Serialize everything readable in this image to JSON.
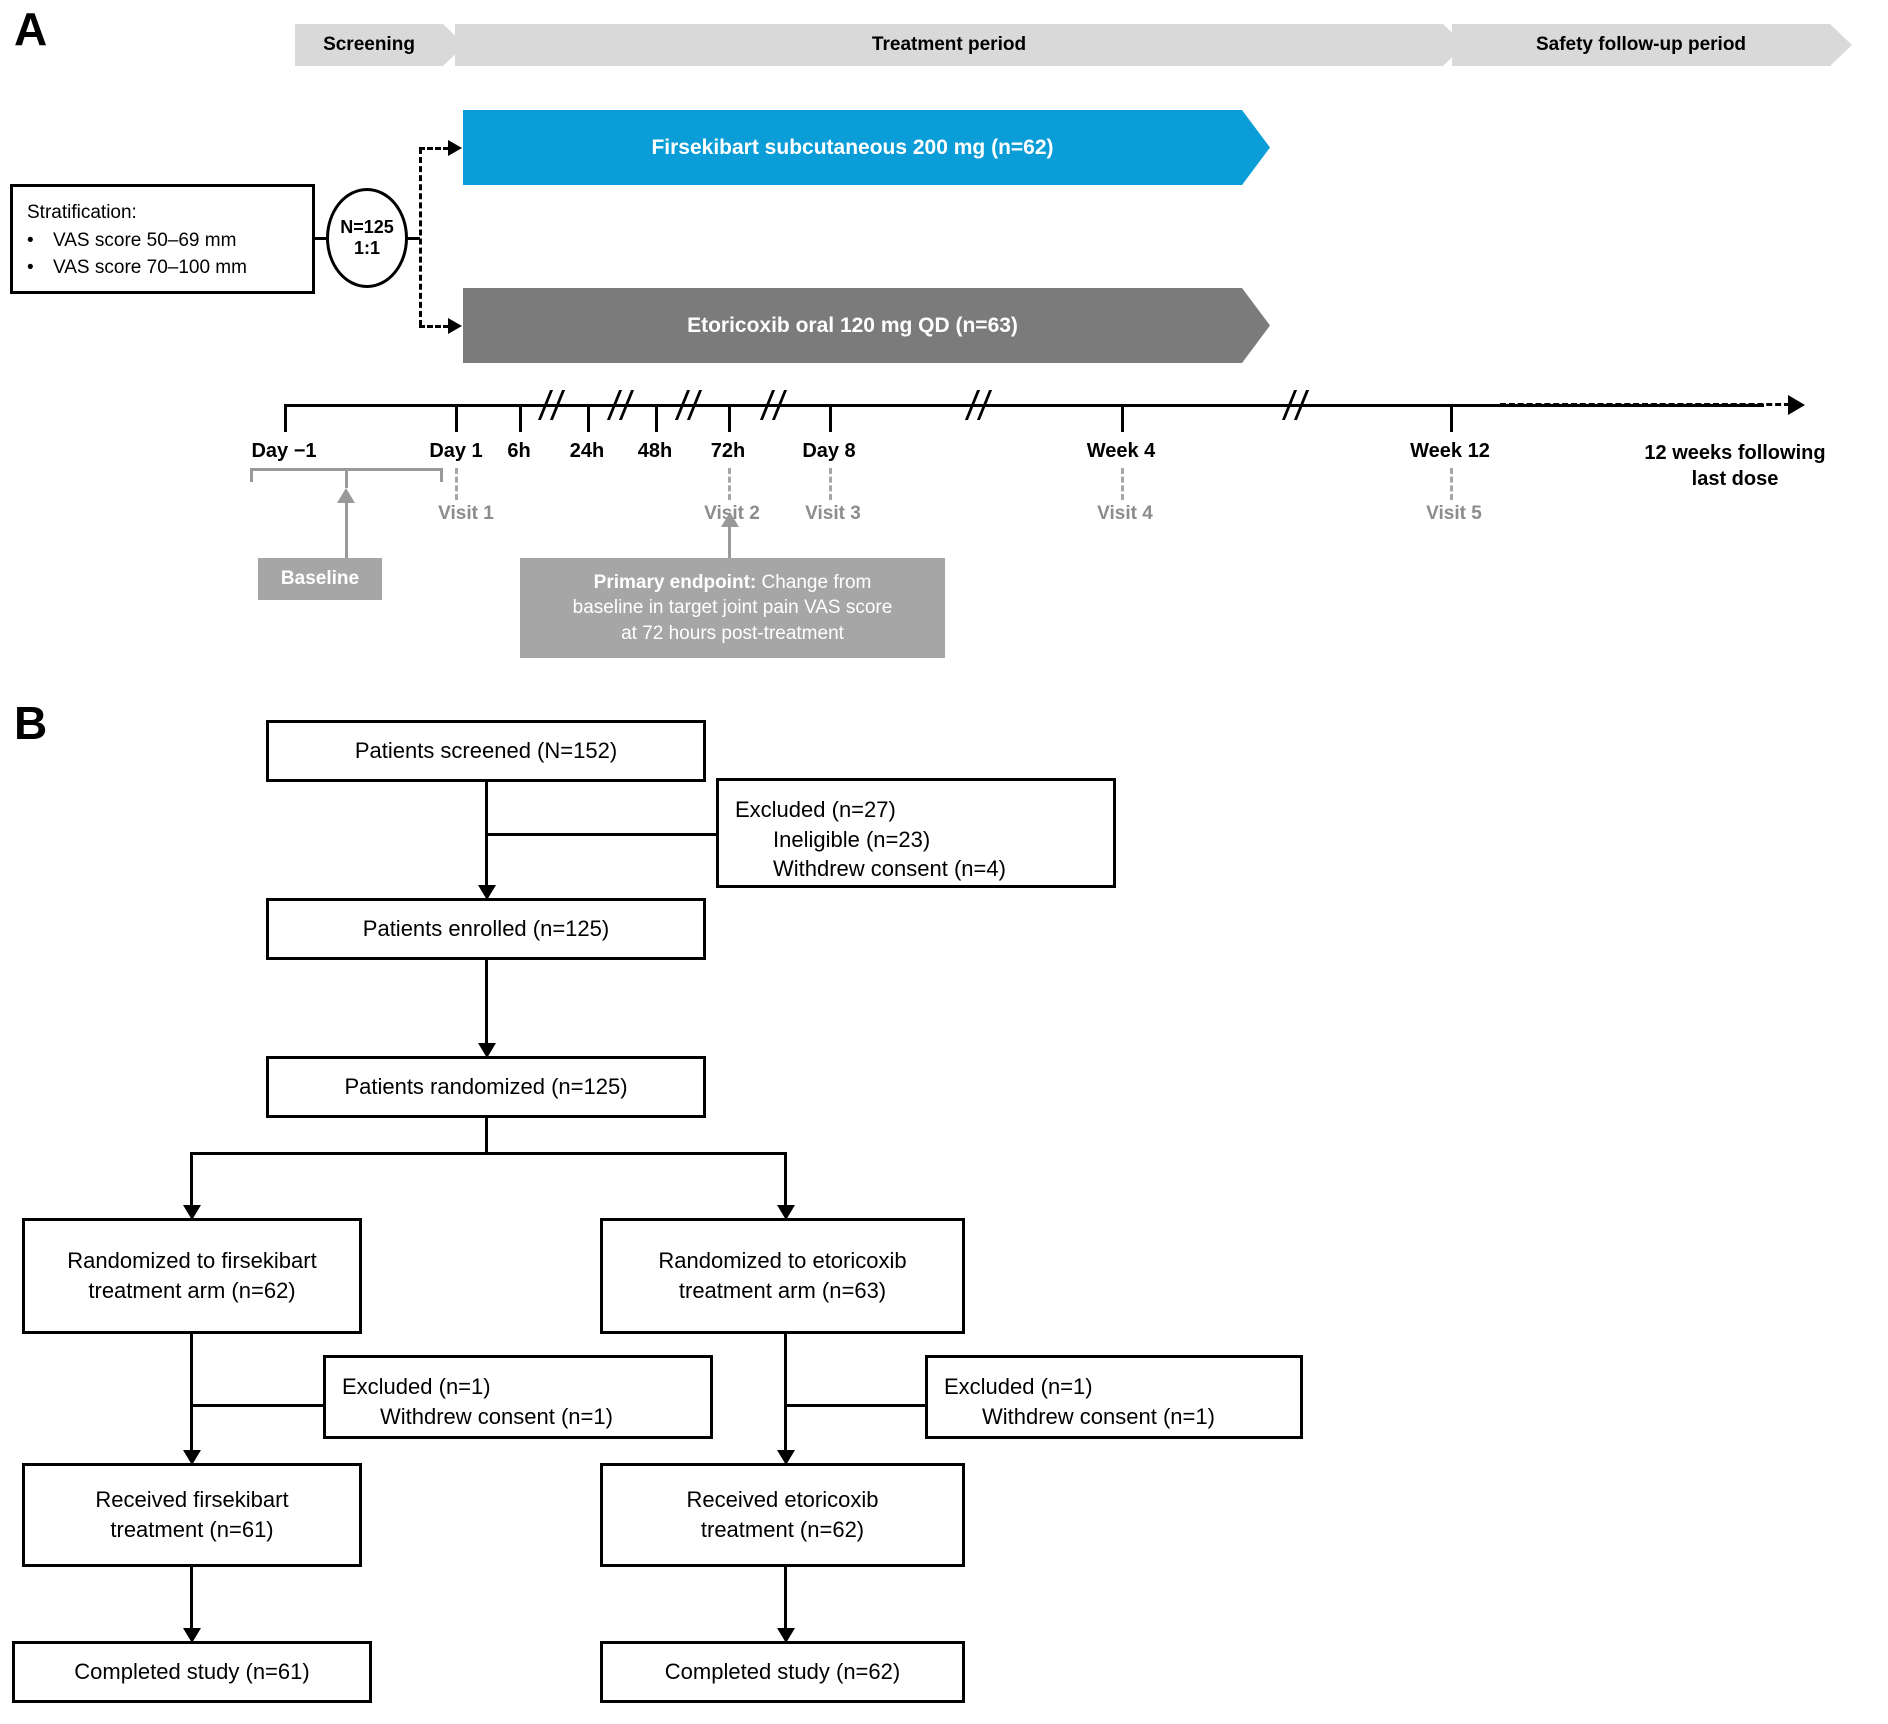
{
  "panels": {
    "a_letter": "A",
    "b_letter": "B"
  },
  "study_phases": [
    {
      "label": "Screening"
    },
    {
      "label": "Treatment period"
    },
    {
      "label": "Safety follow-up period"
    }
  ],
  "stratification": {
    "title": "Stratification:",
    "bullet": "•",
    "items": [
      "VAS score 50–69 mm",
      "VAS score 70–100 mm"
    ]
  },
  "randomization": {
    "n_label": "N=125",
    "ratio": "1:1"
  },
  "treatment_arms": [
    {
      "label": "Firsekibart subcutaneous 200 mg (n=62)",
      "color": "#0b9dd7"
    },
    {
      "label": "Etoricoxib oral 120 mg QD (n=63)",
      "color": "#7b7b7b"
    }
  ],
  "timeline": {
    "timepoints": [
      "Day −1",
      "Day 1",
      "6h",
      "24h",
      "48h",
      "72h",
      "Day 8",
      "Week 4",
      "Week 12"
    ],
    "visits": [
      "Visit 1",
      "Visit 2",
      "Visit 3",
      "Visit 4",
      "Visit 5"
    ],
    "end_label_line1": "12 weeks following",
    "end_label_line2": "last dose"
  },
  "annotations": {
    "baseline": "Baseline",
    "primary_endpoint_bold": "Primary endpoint:",
    "primary_endpoint_rest": " Change from",
    "primary_endpoint_line2": "baseline in target joint pain VAS score",
    "primary_endpoint_line3": "at 72 hours post-treatment"
  },
  "flowchart": {
    "screened": "Patients screened (N=152)",
    "excluded_top": {
      "line1": "Excluded (n=27)",
      "line2": "Ineligible (n=23)",
      "line3": "Withdrew consent (n=4)"
    },
    "enrolled": "Patients enrolled (n=125)",
    "randomized": "Patients randomized (n=125)",
    "arm_left": {
      "line1": "Randomized to firsekibart",
      "line2": "treatment arm (n=62)"
    },
    "arm_right": {
      "line1": "Randomized to etoricoxib",
      "line2": "treatment arm (n=63)"
    },
    "excluded_left": {
      "line1": "Excluded (n=1)",
      "line2": "Withdrew consent (n=1)"
    },
    "excluded_right": {
      "line1": "Excluded (n=1)",
      "line2": "Withdrew consent (n=1)"
    },
    "received_left": {
      "line1": "Received firsekibart",
      "line2": "treatment (n=61)"
    },
    "received_right": {
      "line1": "Received etoricoxib",
      "line2": "treatment (n=62)"
    },
    "completed_left": "Completed study (n=61)",
    "completed_right": "Completed study (n=62)"
  }
}
